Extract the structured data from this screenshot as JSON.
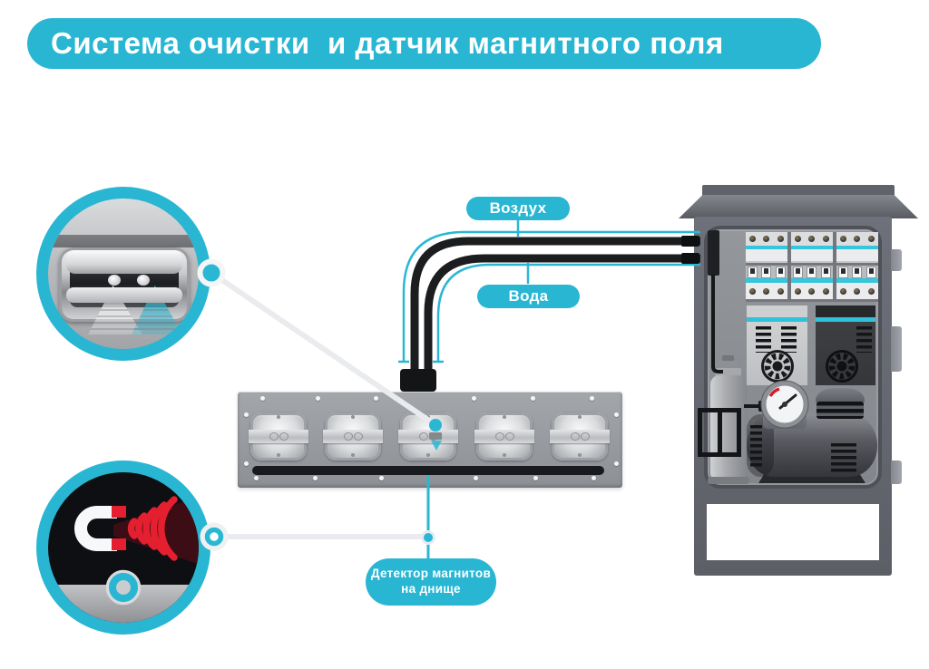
{
  "title": "Система очистки  и датчик магнитного поля",
  "callouts": {
    "air": {
      "label": "Воздух"
    },
    "water": {
      "label": "Вода"
    },
    "detector": {
      "label_line1": "Детектор магнитов",
      "label_line2": "на днище"
    }
  },
  "colors": {
    "accent_cyan": "#29b6d3",
    "stripe_cyan": "#2fc2da",
    "tube_black": "#1c1d1f",
    "signal_red": "#e41f30",
    "callout_line_gray": "#e9ebee",
    "cabinet_gray": "#6e717a"
  },
  "icons": [
    "spray-nozzle-icon",
    "magnet-icon",
    "signal-waves-icon",
    "sensor-ring-icon",
    "fan-icon",
    "pressure-gauge-icon",
    "circuit-breaker-icon"
  ]
}
